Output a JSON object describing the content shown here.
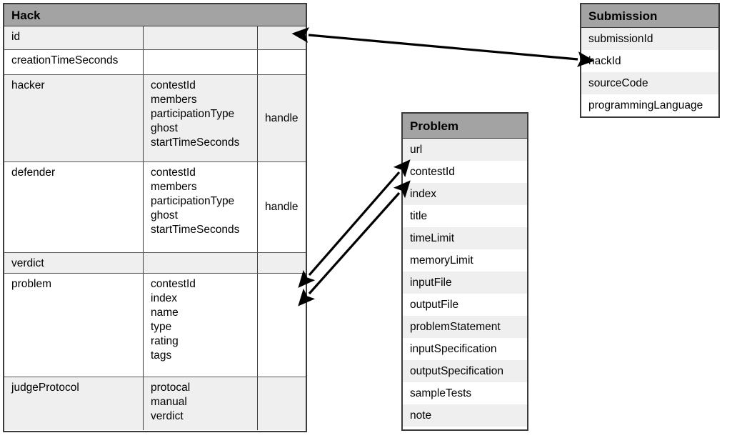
{
  "diagram": {
    "title": "Codeforces API entity-relationship diagram",
    "type": "er-diagram",
    "colors": {
      "header_fill": "#a3a3a3",
      "row_shade": "#efefef",
      "row_plain": "#ffffff",
      "border": "#3a3a3a",
      "connector": "#000000"
    }
  },
  "entities": {
    "hack": {
      "name": "Hack",
      "fields": [
        {
          "name": "id",
          "sub": "",
          "subsub": "",
          "shaded": true
        },
        {
          "name": "creationTimeSeconds",
          "sub": "",
          "subsub": "",
          "shaded": false
        },
        {
          "name": "hacker",
          "sub": "contestId\nmembers\nparticipationType\nghost\nstartTimeSeconds",
          "subsub": "handle",
          "shaded": true
        },
        {
          "name": "defender",
          "sub": "contestId\nmembers\nparticipationType\nghost\nstartTimeSeconds",
          "subsub": "handle",
          "shaded": false
        },
        {
          "name": "verdict",
          "sub": "",
          "subsub": "",
          "shaded": true
        },
        {
          "name": "problem",
          "sub": "contestId\nindex\nname\ntype\nrating\ntags",
          "subsub": "",
          "shaded": false
        },
        {
          "name": "judgeProtocol",
          "sub": "protocal\nmanual\nverdict",
          "subsub": "",
          "shaded": true
        }
      ]
    },
    "submission": {
      "name": "Submission",
      "fields": [
        {
          "name": "submissionId",
          "shaded": true
        },
        {
          "name": "hackId",
          "shaded": false
        },
        {
          "name": "sourceCode",
          "shaded": true
        },
        {
          "name": "programmingLanguage",
          "shaded": false
        }
      ]
    },
    "problem": {
      "name": "Problem",
      "fields": [
        {
          "name": "url",
          "shaded": true
        },
        {
          "name": "contestId",
          "shaded": false
        },
        {
          "name": "index",
          "shaded": true
        },
        {
          "name": "title",
          "shaded": false
        },
        {
          "name": "timeLimit",
          "shaded": true
        },
        {
          "name": "memoryLimit",
          "shaded": false
        },
        {
          "name": "inputFile",
          "shaded": true
        },
        {
          "name": "outputFile",
          "shaded": false
        },
        {
          "name": "problemStatement",
          "shaded": true
        },
        {
          "name": "inputSpecification",
          "shaded": false
        },
        {
          "name": "outputSpecification",
          "shaded": true
        },
        {
          "name": "sampleTests",
          "shaded": false
        },
        {
          "name": "note",
          "shaded": true
        }
      ]
    }
  },
  "relationships": [
    {
      "id": "hack-id-to-submission-hackid",
      "from": "hack.id",
      "to": "submission.hackId",
      "style": "double-arrow"
    },
    {
      "id": "hack-problem-contestid-to-problem-contestid",
      "from": "hack.problem.contestId",
      "to": "problem.contestId",
      "style": "double-arrow"
    },
    {
      "id": "hack-problem-index-to-problem-index",
      "from": "hack.problem.index",
      "to": "problem.index",
      "style": "double-arrow"
    }
  ]
}
